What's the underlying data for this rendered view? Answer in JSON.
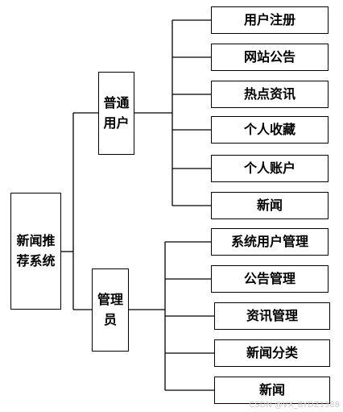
{
  "root": {
    "label": "新闻推荐系统"
  },
  "branches": [
    {
      "label": "普通用户",
      "children": [
        "用户注册",
        "网站公告",
        "热点资讯",
        "个人收藏",
        "个人账户",
        "新闻"
      ]
    },
    {
      "label": "管理员",
      "children": [
        "系统用户管理",
        "公告管理",
        "资讯管理",
        "新闻分类",
        "新闻"
      ]
    }
  ],
  "watermark": "CSDN @VX_BYDZ1388",
  "colors": {
    "line": "#000000",
    "box_fill": "#ffffff",
    "watermark": "#c8c8c8"
  }
}
